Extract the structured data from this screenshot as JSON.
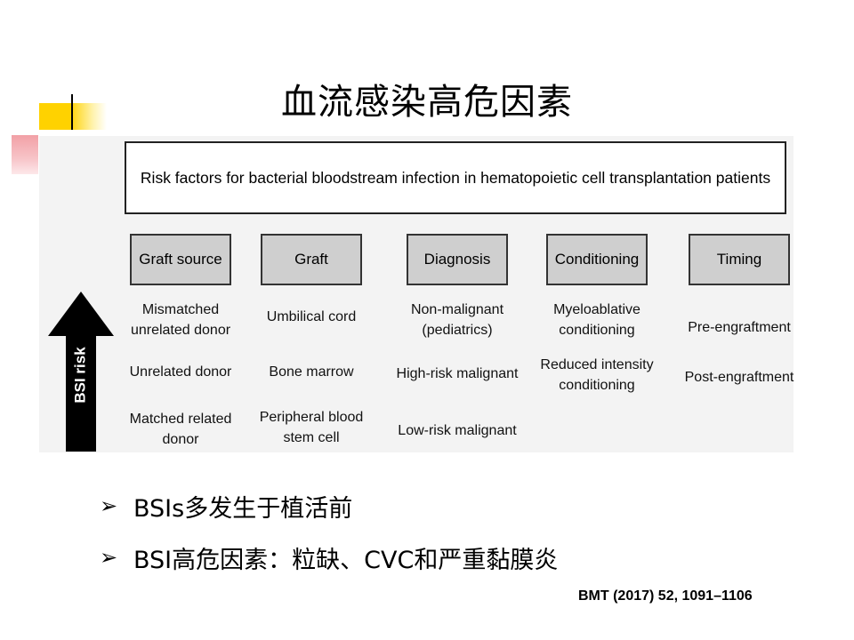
{
  "slide": {
    "title": "血流感染高危因素"
  },
  "figure": {
    "header": "Risk factors for bacterial bloodstream infection in hematopoietic cell transplantation patients",
    "arrow_label": "BSI risk",
    "columns": [
      {
        "label": "Graft source",
        "items": [
          "Mismatched\nunrelated donor",
          "Unrelated donor",
          "Matched related\ndonor"
        ]
      },
      {
        "label": "Graft",
        "items": [
          "Umbilical cord",
          "Bone marrow",
          "Peripheral blood\nstem cell"
        ]
      },
      {
        "label": "Diagnosis",
        "items": [
          "Non-malignant\n(pediatrics)",
          "High-risk malignant",
          "Low-risk malignant"
        ]
      },
      {
        "label": "Conditioning",
        "items": [
          "Myeloablative\nconditioning",
          "Reduced intensity\nconditioning"
        ]
      },
      {
        "label": "Timing",
        "items": [
          "Pre-engraftment",
          "Post-engraftment"
        ]
      }
    ]
  },
  "bullets": [
    {
      "marker": "➢",
      "text": "BSIs多发生于植活前"
    },
    {
      "marker": "➢",
      "text": "BSI高危因素：粒缺、CVC和严重黏膜炎"
    }
  ],
  "citation": "BMT (2017) 52, 1091–1106"
}
